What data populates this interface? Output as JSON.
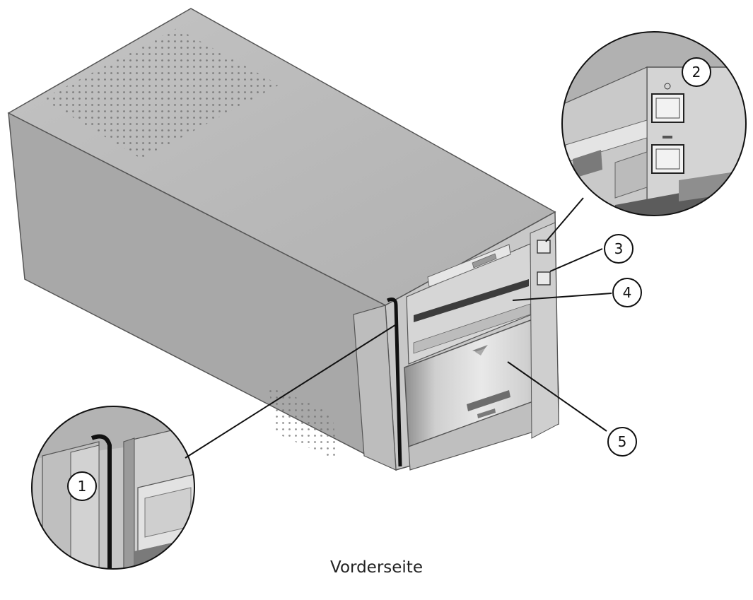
{
  "caption": "Vorderseite",
  "callouts": [
    {
      "number": "1"
    },
    {
      "number": "2"
    },
    {
      "number": "3"
    },
    {
      "number": "4"
    },
    {
      "number": "5"
    }
  ],
  "colors": {
    "body_top": "#b9b9b9",
    "body_side": "#a3a3a3",
    "body_front": "#c9c9c9",
    "outline": "#555555",
    "panel": "#dcdcdc"
  }
}
